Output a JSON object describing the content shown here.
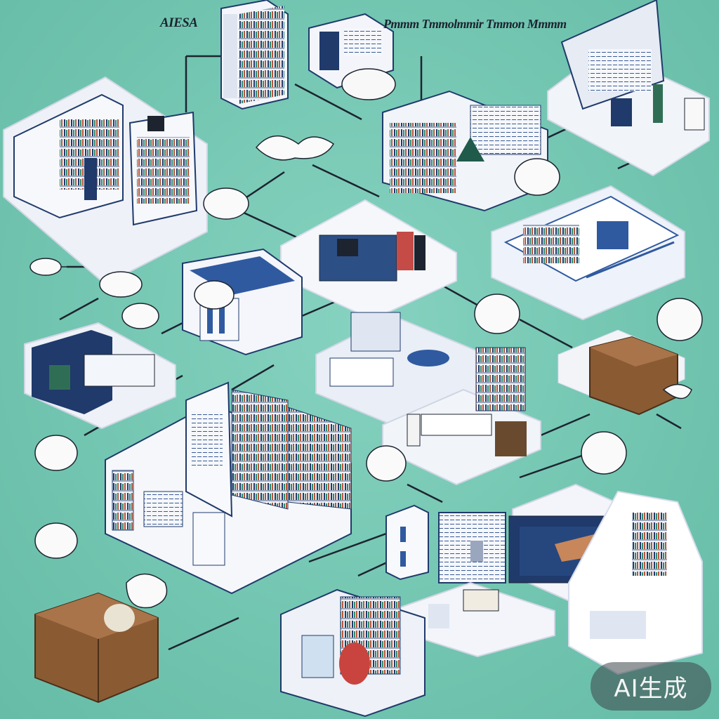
{
  "logo_text": "AIESA",
  "banner_text": "Pmmm Tmmolmmir Tmmon Mmmm",
  "badge": {
    "label": "AI生成"
  },
  "colors": {
    "background": "#72c7b2",
    "navy": "#1f3a6b",
    "wood": "#8a5a33",
    "panel": "#f3f5fa",
    "badge": "#4b5559"
  },
  "icons": [
    "speech-bubble-icon",
    "pointer-icon"
  ]
}
